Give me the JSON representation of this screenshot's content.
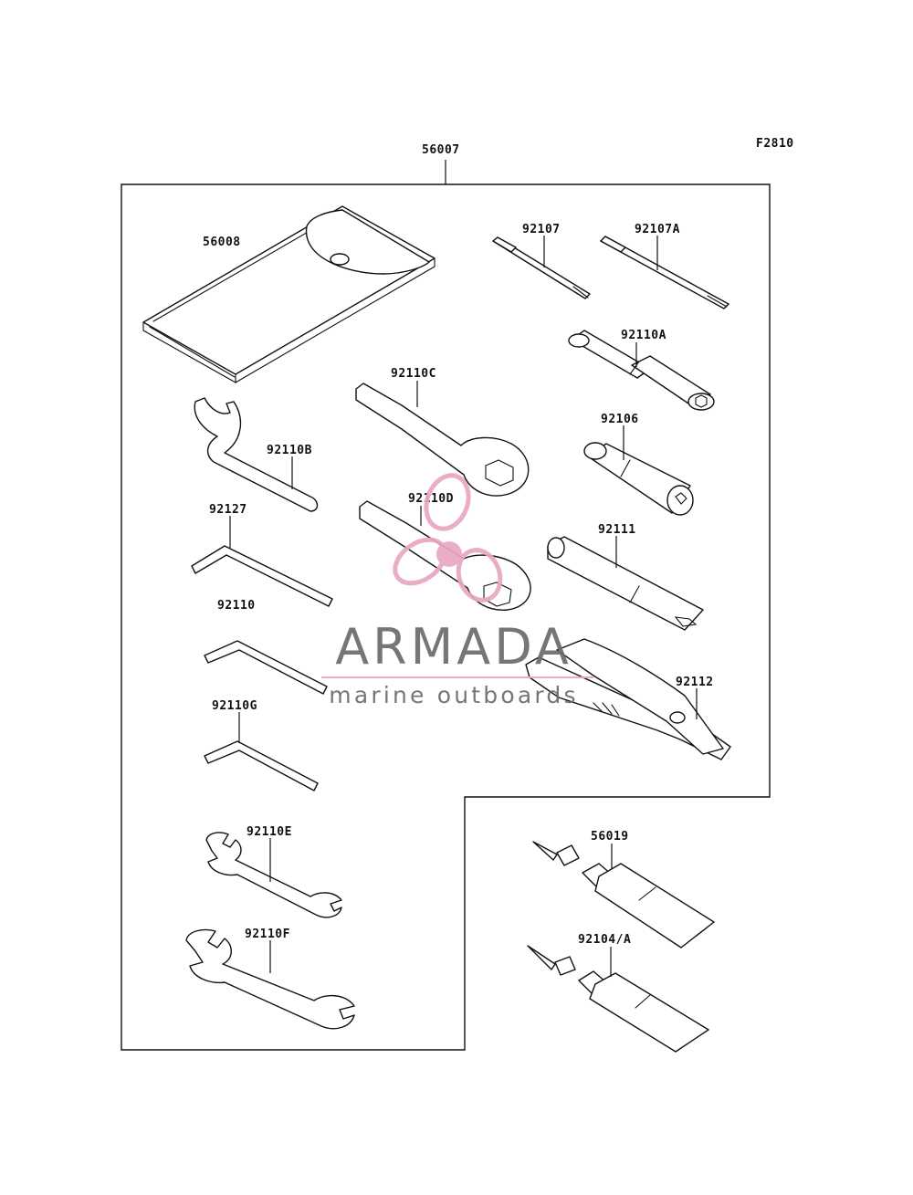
{
  "diagram": {
    "figure_code": "F2810",
    "set_label": "56007",
    "parts": {
      "p56008": "56008",
      "p92107": "92107",
      "p92107A": "92107A",
      "p92110A": "92110A",
      "p92110C": "92110C",
      "p92106": "92106",
      "p92110B": "92110B",
      "p92110D": "92110D",
      "p92127": "92127",
      "p92111": "92111",
      "p92110": "92110",
      "p92112": "92112",
      "p92110G": "92110G",
      "p92110E": "92110E",
      "p56019": "56019",
      "p92110F": "92110F",
      "p92104A": "92104/A"
    }
  },
  "watermark": {
    "brand": "ARMADA",
    "tagline": "marine outboards",
    "accent_color": "#e8a7c3",
    "text_color": "#6b6b6b"
  }
}
